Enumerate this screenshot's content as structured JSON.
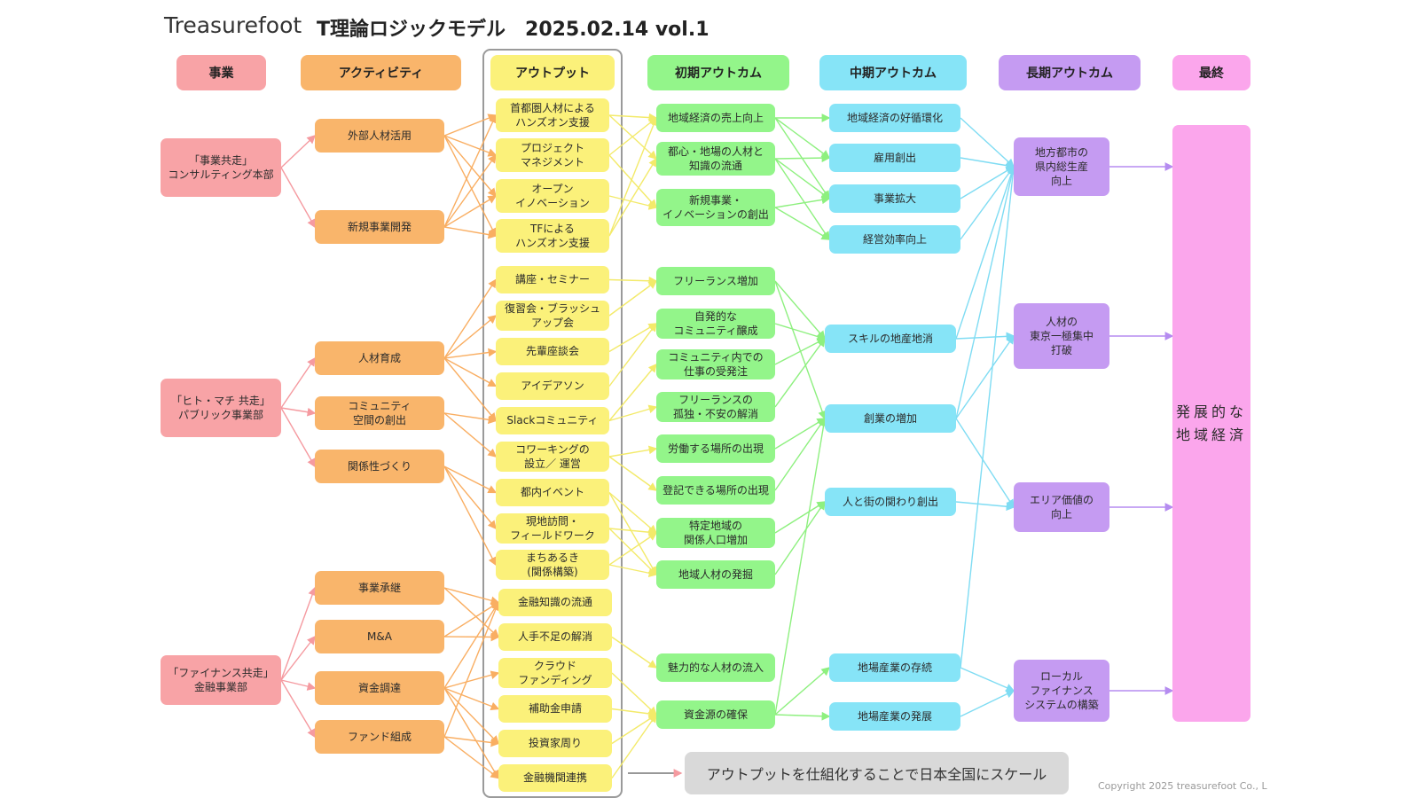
{
  "header": {
    "brand": "Treasurefoot",
    "title": "T理論ロジックモデル　2025.02.14 vol.1"
  },
  "columns": [
    {
      "id": "business",
      "label": "事業",
      "color": "#f8a3a6"
    },
    {
      "id": "activity",
      "label": "アクティビティ",
      "color": "#f9b56b"
    },
    {
      "id": "output",
      "label": "アウトプット",
      "color": "#fbf17a"
    },
    {
      "id": "initial",
      "label": "初期アウトカム",
      "color": "#93f58a"
    },
    {
      "id": "mid",
      "label": "中期アウトカム",
      "color": "#86e4f7"
    },
    {
      "id": "long",
      "label": "長期アウトカム",
      "color": "#c59bf2"
    },
    {
      "id": "final",
      "label": "最終",
      "color": "#fba6ec"
    }
  ],
  "nodes": {
    "B1": "「事業共走」\nコンサルティング本部",
    "B2": "「ヒト・マチ 共走」\nパブリック事業部",
    "B3": "「ファイナンス共走」\n金融事業部",
    "A1": "外部人材活用",
    "A2": "新規事業開発",
    "A3": "人材育成",
    "A4": "コミュニティ\n空間の創出",
    "A5": "関係性づくり",
    "A6": "事業承継",
    "A7": "M&A",
    "A8": "資金調達",
    "A9": "ファンド組成",
    "O1": "首都圏人材による\nハンズオン支援",
    "O2": "プロジェクト\nマネジメント",
    "O3": "オープン\nイノベーション",
    "O4": "TFによる\nハンズオン支援",
    "O5": "講座・セミナー",
    "O6": "復習会・ブラッシュ\nアップ会",
    "O7": "先輩座談会",
    "O8": "アイデアソン",
    "O9": "Slackコミュニティ",
    "O10": "コワーキングの\n設立／ 運営",
    "O11": "都内イベント",
    "O12": "現地訪問・\nフィールドワーク",
    "O13": "まちあるき\n(関係構築)",
    "O14": "金融知識の流通",
    "O15": "人手不足の解消",
    "O16": "クラウド\nファンディング",
    "O17": "補助金申請",
    "O18": "投資家周り",
    "O19": "金融機関連携",
    "I1": "地域経済の売上向上",
    "I2": "都心・地場の人材と\n知識の流通",
    "I3": "新規事業・\nイノベーションの創出",
    "I4": "フリーランス増加",
    "I5": "自発的な\nコミュニティ醸成",
    "I6": "コミュニティ内での\n仕事の受発注",
    "I7": "フリーランスの\n孤独・不安の解消",
    "I8": "労働する場所の出現",
    "I9": "登記できる場所の出現",
    "I10": "特定地域の\n関係人口増加",
    "I11": "地域人材の発掘",
    "I12": "魅力的な人材の流入",
    "I13": "資金源の確保",
    "M1": "地域経済の好循環化",
    "M2": "雇用創出",
    "M3": "事業拡大",
    "M4": "経営効率向上",
    "M5": "スキルの地産地消",
    "M6": "創業の増加",
    "M7": "人と街の関わり創出",
    "M8": "地場産業の存続",
    "M9": "地場産業の発展",
    "L1": "地方都市の\n県内総生産\n向上",
    "L2": "人材の\n東京一極集中\n打破",
    "L3": "エリア価値の\n向上",
    "L4": "ローカル\nファイナンス\nシステムの構築",
    "F1": "発展的な\n地域経済"
  },
  "edges": [
    [
      "B1",
      "A1"
    ],
    [
      "B1",
      "A2"
    ],
    [
      "B2",
      "A3"
    ],
    [
      "B2",
      "A4"
    ],
    [
      "B2",
      "A5"
    ],
    [
      "B3",
      "A6"
    ],
    [
      "B3",
      "A7"
    ],
    [
      "B3",
      "A8"
    ],
    [
      "B3",
      "A9"
    ],
    [
      "A1",
      "O1"
    ],
    [
      "A1",
      "O2"
    ],
    [
      "A1",
      "O3"
    ],
    [
      "A1",
      "O4"
    ],
    [
      "A2",
      "O1"
    ],
    [
      "A2",
      "O2"
    ],
    [
      "A2",
      "O3"
    ],
    [
      "A2",
      "O4"
    ],
    [
      "A3",
      "O5"
    ],
    [
      "A3",
      "O6"
    ],
    [
      "A3",
      "O7"
    ],
    [
      "A3",
      "O8"
    ],
    [
      "A3",
      "O9"
    ],
    [
      "A4",
      "O9"
    ],
    [
      "A4",
      "O10"
    ],
    [
      "A5",
      "O11"
    ],
    [
      "A5",
      "O12"
    ],
    [
      "A5",
      "O13"
    ],
    [
      "A6",
      "O14"
    ],
    [
      "A6",
      "O15"
    ],
    [
      "A7",
      "O14"
    ],
    [
      "A7",
      "O15"
    ],
    [
      "A8",
      "O14"
    ],
    [
      "A8",
      "O16"
    ],
    [
      "A8",
      "O17"
    ],
    [
      "A8",
      "O18"
    ],
    [
      "A8",
      "O19"
    ],
    [
      "A9",
      "O14"
    ],
    [
      "A9",
      "O18"
    ],
    [
      "A9",
      "O19"
    ],
    [
      "O1",
      "I1"
    ],
    [
      "O1",
      "I2"
    ],
    [
      "O2",
      "I1"
    ],
    [
      "O2",
      "I3"
    ],
    [
      "O3",
      "I3"
    ],
    [
      "O4",
      "I1"
    ],
    [
      "O4",
      "I2"
    ],
    [
      "O5",
      "I4"
    ],
    [
      "O6",
      "I4"
    ],
    [
      "O7",
      "I5"
    ],
    [
      "O8",
      "I5"
    ],
    [
      "O9",
      "I6"
    ],
    [
      "O9",
      "I7"
    ],
    [
      "O10",
      "I8"
    ],
    [
      "O10",
      "I9"
    ],
    [
      "O11",
      "I10"
    ],
    [
      "O11",
      "I11"
    ],
    [
      "O12",
      "I10"
    ],
    [
      "O12",
      "I11"
    ],
    [
      "O13",
      "I10"
    ],
    [
      "O13",
      "I11"
    ],
    [
      "O15",
      "I12"
    ],
    [
      "O16",
      "I13"
    ],
    [
      "O17",
      "I13"
    ],
    [
      "O18",
      "I13"
    ],
    [
      "O19",
      "I13"
    ],
    [
      "I1",
      "M1"
    ],
    [
      "I1",
      "M2"
    ],
    [
      "I1",
      "M3"
    ],
    [
      "I2",
      "M2"
    ],
    [
      "I2",
      "M3"
    ],
    [
      "I2",
      "M4"
    ],
    [
      "I3",
      "M3"
    ],
    [
      "I3",
      "M4"
    ],
    [
      "I4",
      "M5"
    ],
    [
      "I4",
      "M6"
    ],
    [
      "I5",
      "M5"
    ],
    [
      "I6",
      "M5"
    ],
    [
      "I7",
      "M5"
    ],
    [
      "I8",
      "M6"
    ],
    [
      "I9",
      "M6"
    ],
    [
      "I10",
      "M7"
    ],
    [
      "I11",
      "M7"
    ],
    [
      "I13",
      "M8"
    ],
    [
      "I13",
      "M9"
    ],
    [
      "I13",
      "M6"
    ],
    [
      "M1",
      "L1"
    ],
    [
      "M2",
      "L1"
    ],
    [
      "M3",
      "L1"
    ],
    [
      "M4",
      "L1"
    ],
    [
      "M5",
      "L1"
    ],
    [
      "M5",
      "L2"
    ],
    [
      "M6",
      "L1"
    ],
    [
      "M6",
      "L2"
    ],
    [
      "M6",
      "L3"
    ],
    [
      "M7",
      "L3"
    ],
    [
      "M8",
      "L4"
    ],
    [
      "M9",
      "L4"
    ],
    [
      "M8",
      "L1"
    ],
    [
      "L1",
      "F1"
    ],
    [
      "L2",
      "F1"
    ],
    [
      "L3",
      "F1"
    ],
    [
      "L4",
      "F1"
    ]
  ],
  "footer": {
    "scale_note": "アウトプットを仕組化することで日本全国にスケール",
    "copyright": "Copyright 2025 treasurefoot Co., L"
  },
  "colors": {
    "business": "#f8a3a6",
    "activity": "#f9b56b",
    "output": "#fbf17a",
    "initial": "#93f58a",
    "mid": "#86e4f7",
    "long": "#c59bf2",
    "final": "#fba6ec",
    "edge_business": "#f59aa0",
    "edge_activity": "#f9ae62",
    "edge_output": "#f3ea6a",
    "edge_initial": "#8ef07f",
    "edge_mid": "#7fdcf3",
    "edge_long": "#b58cf0"
  }
}
